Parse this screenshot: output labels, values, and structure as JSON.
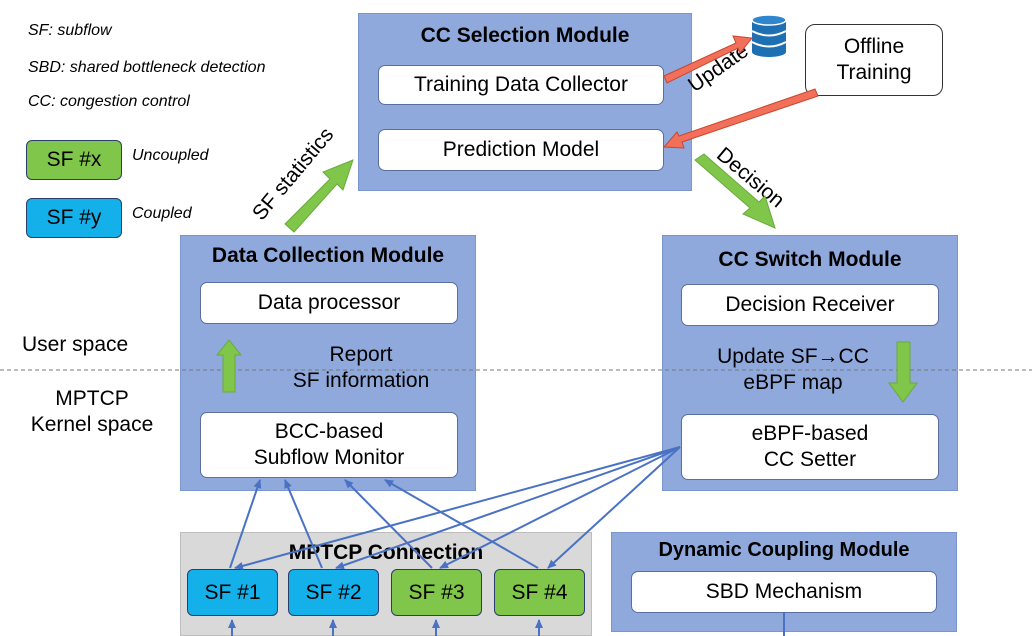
{
  "legend": {
    "abbrev": [
      "SF: subflow",
      "SBD: shared bottleneck detection",
      "CC: congestion control"
    ],
    "items": [
      {
        "box": "SF #x",
        "label": "Uncoupled"
      },
      {
        "box": "SF #y",
        "label": "Coupled"
      }
    ]
  },
  "cc_selection": {
    "title": "CC Selection Module",
    "training_collector": "Training Data Collector",
    "prediction_model": "Prediction Model"
  },
  "offline_training": "Offline Training",
  "labels": {
    "update": "Update",
    "decision": "Decision",
    "sf_statistics": "SF statistics",
    "user_space": "User space",
    "kernel_space_1": "MPTCP",
    "kernel_space_2": "Kernel space"
  },
  "data_collection": {
    "title": "Data Collection Module",
    "processor": "Data processor",
    "report_1": "Report",
    "report_2": "SF information",
    "monitor_1": "BCC-based",
    "monitor_2": "Subflow Monitor"
  },
  "cc_switch": {
    "title": "CC Switch Module",
    "receiver": "Decision Receiver",
    "update_1": "Update SF→CC",
    "update_2": "eBPF map",
    "setter_1": "eBPF-based",
    "setter_2": "CC Setter"
  },
  "mptcp_connection": {
    "title": "MPTCP Connection",
    "subflows": [
      {
        "label": "SF #1",
        "kind": "coupled"
      },
      {
        "label": "SF #2",
        "kind": "coupled"
      },
      {
        "label": "SF #3",
        "kind": "uncoupled"
      },
      {
        "label": "SF #4",
        "kind": "uncoupled"
      }
    ]
  },
  "dynamic_coupling": {
    "title": "Dynamic Coupling Module",
    "sbd": "SBD Mechanism"
  },
  "colors": {
    "module_fill": "#8fa9dc",
    "coupled": "#14b0ea",
    "uncoupled": "#7fc64a",
    "connector": "#4a72c4",
    "update_arrow": "#e8523a",
    "flow_arrow": "#7fc64a",
    "database": "#1f6fb3"
  }
}
